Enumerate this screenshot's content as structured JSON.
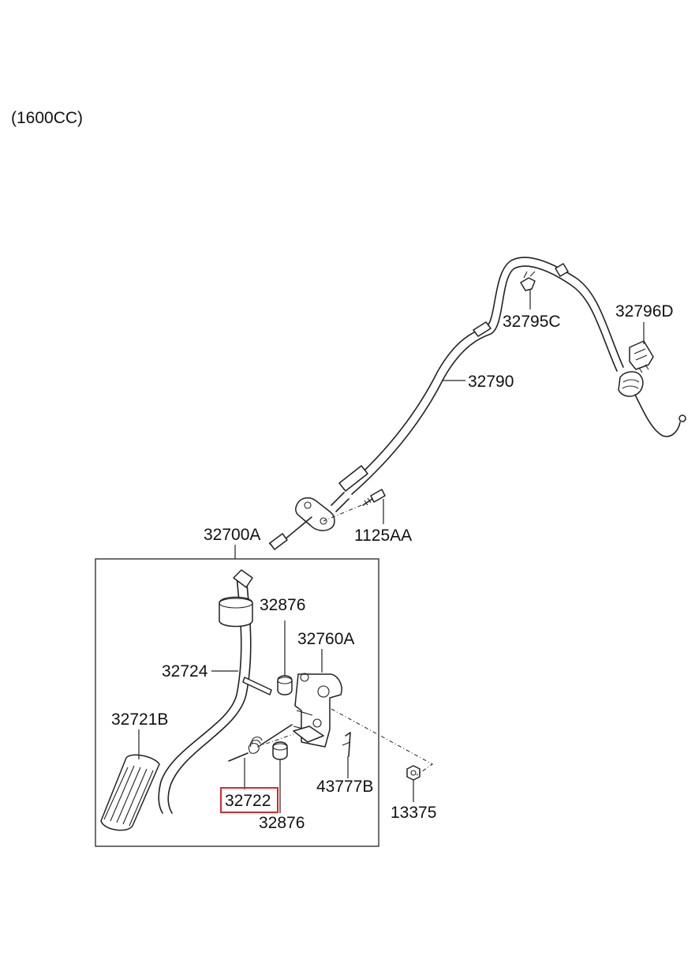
{
  "variant_label": "(1600CC)",
  "highlight_color": "#d62b2b",
  "parts": {
    "assembly": "32700A",
    "cable": "32790",
    "clip_c": "32795C",
    "clip_d": "32796D",
    "bolt": "1125AA",
    "pad_upper": "32876",
    "pad_lower": "32876",
    "bracket": "32760A",
    "arm": "32724",
    "pedal_pad": "32721B",
    "spring": "32722",
    "pin": "43777B",
    "nut": "13375"
  },
  "highlighted_part": "32722"
}
